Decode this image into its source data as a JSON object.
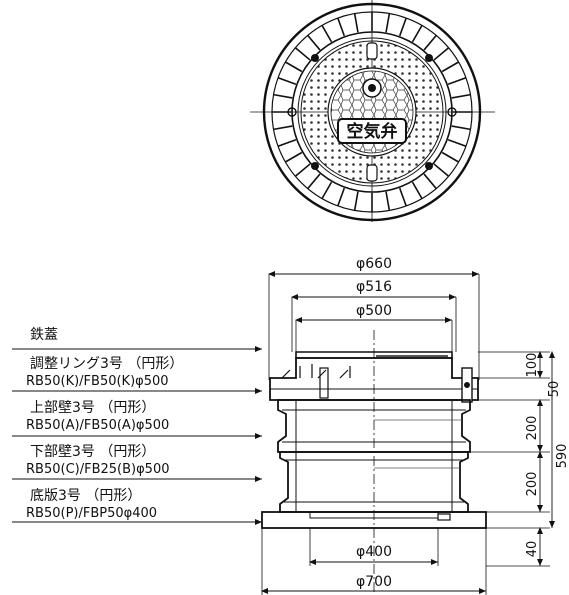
{
  "top_view": {
    "cover_text": "空気弁"
  },
  "dimensions": {
    "top_660": "φ660",
    "top_516": "φ516",
    "top_500": "φ500",
    "bottom_400": "φ400",
    "bottom_700": "φ700",
    "h_100": "100",
    "h_50": "50",
    "h_200_upper": "200",
    "h_200_lower": "200",
    "h_590": "590",
    "h_40": "40"
  },
  "labels": {
    "cover": "鉄蓋",
    "adjust_ring": "調整リング3号 （円形）",
    "adjust_ring_spec": "RB50(K)/FB50(K)φ500",
    "upper_wall": "上部壁3号 （円形）",
    "upper_wall_spec": "RB50(A)/FB50(A)φ500",
    "lower_wall": "下部壁3号 （円形）",
    "lower_wall_spec": "RB50(C)/FB25(B)φ500",
    "bottom_slab": "底版3号 （円形）",
    "bottom_slab_spec": "RB50(P)/FBP50φ400"
  },
  "colors": {
    "line": "#111111",
    "hatch": "#555555",
    "background": "#ffffff"
  }
}
